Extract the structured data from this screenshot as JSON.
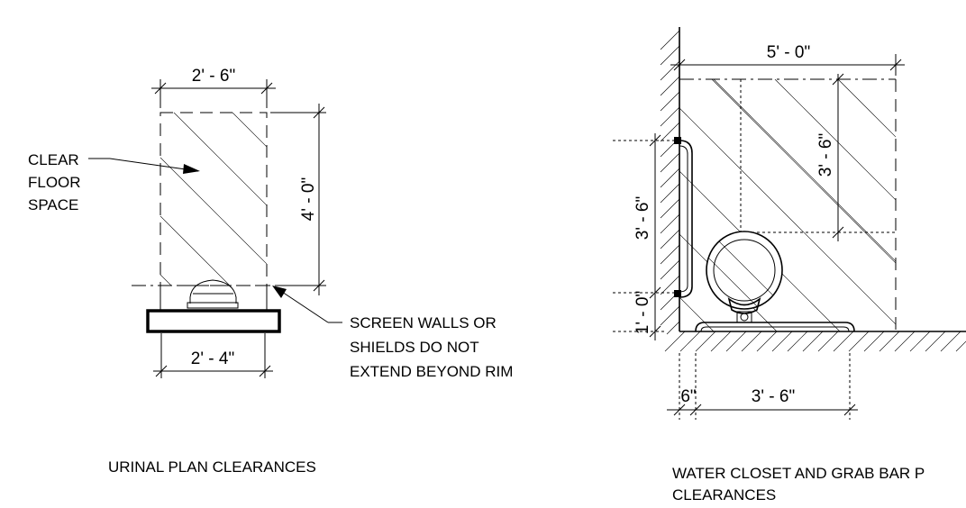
{
  "urinal": {
    "dim_width_top": "2' - 6\"",
    "dim_depth": "4' - 0\"",
    "dim_width_bottom": "2' - 4\"",
    "note_clear_floor": [
      "CLEAR",
      "FLOOR",
      "SPACE"
    ],
    "note_screen_walls": [
      "SCREEN WALLS OR",
      "SHIELDS DO NOT",
      "EXTEND BEYOND RIM"
    ],
    "caption": "URINAL PLAN CLEARANCES"
  },
  "water_closet": {
    "dim_width_top": "5' - 0\"",
    "dim_depth": "3' - 6\"",
    "dim_side_grab": "3' - 6\"",
    "dim_side_low": "1' - 0\"",
    "dim_bottom_small": "6\"",
    "dim_bottom_grab": "3' - 6\"",
    "caption_lines": [
      "WATER CLOSET AND GRAB BAR P",
      "CLEARANCES"
    ]
  }
}
